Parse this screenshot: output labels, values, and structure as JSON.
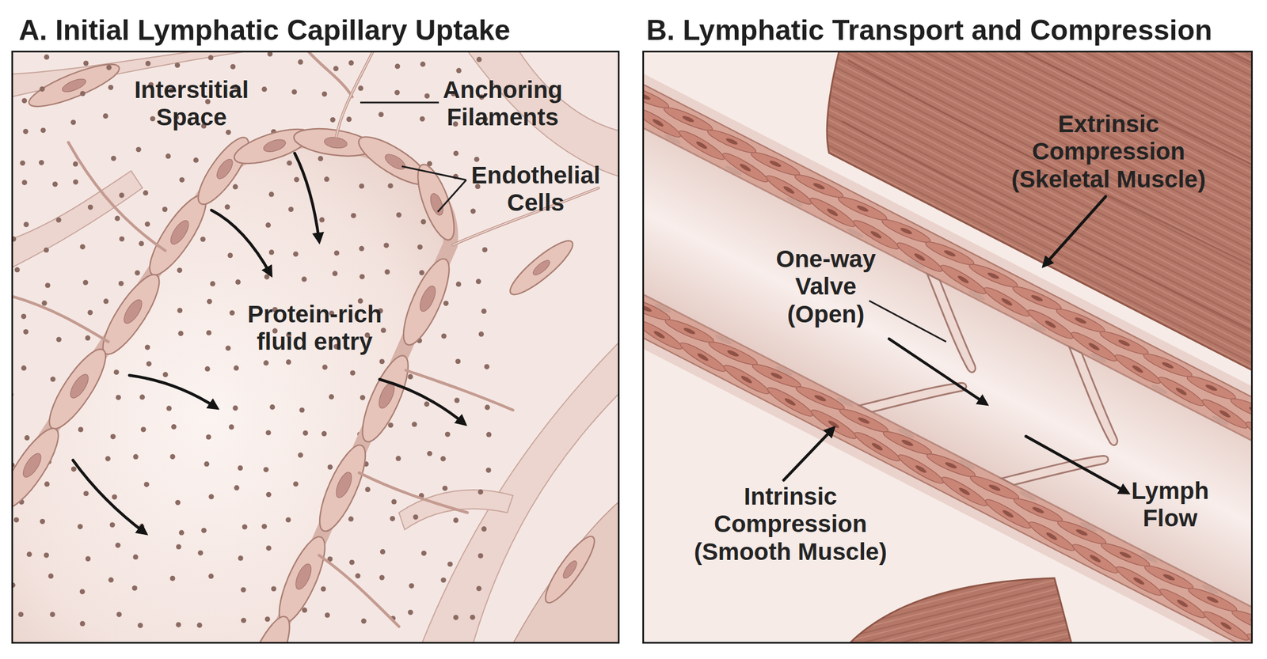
{
  "diagram": {
    "nodes": [
      {
        "text": [
          "A. Initial Lymphatic Capillary Uptake"
        ]
      },
      {
        "text": [
          "B. Lymphatic Transport and Compression"
        ]
      }
    ],
    "labels": [
      "Interstitial Space",
      "Anchoring Filaments",
      "Endothelial Cells",
      "Protein-rich fluid entry",
      "Extrinsic Compression (Skeletal Muscle)",
      "One-way Valve (Open)",
      "Intrinsic Compression (Smooth Muscle)",
      "Lymph Flow"
    ]
  }
}
